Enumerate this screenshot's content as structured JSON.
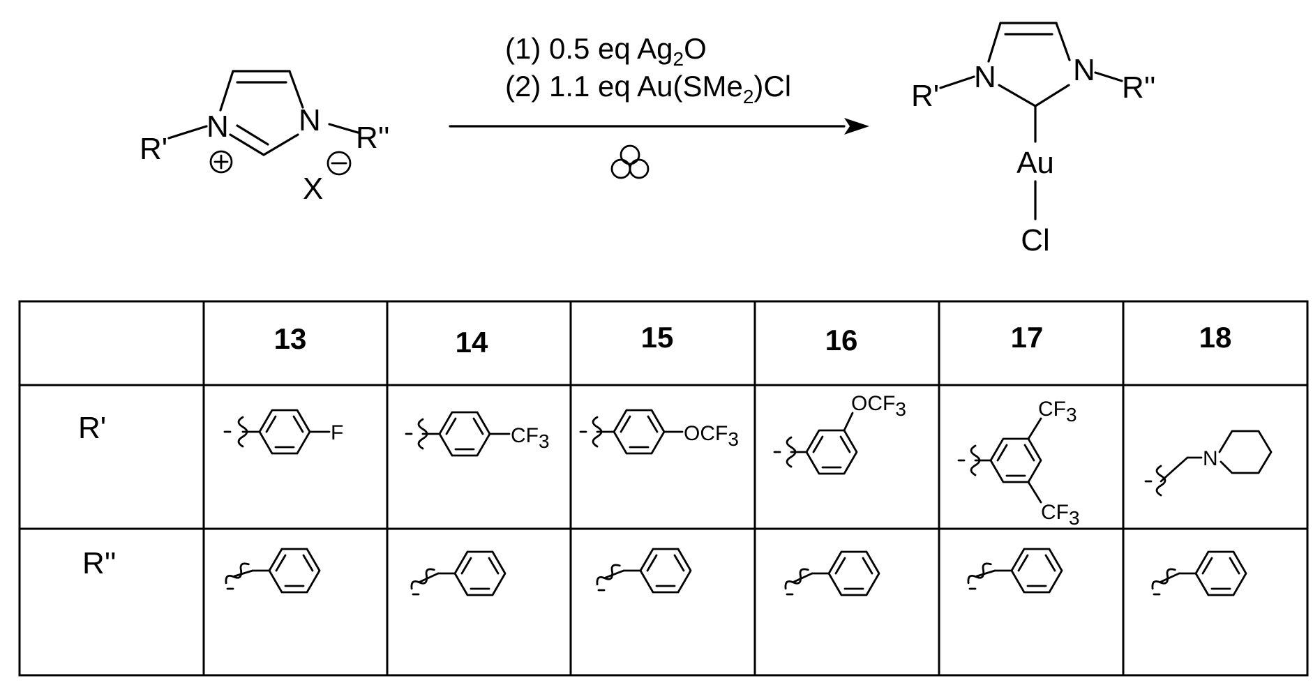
{
  "reaction": {
    "reactant": {
      "r1": "R'",
      "n_left": "N",
      "n_right": "N",
      "r2": "R''",
      "counterion": "X",
      "plus_charge": "+",
      "minus_charge": "−"
    },
    "conditions": {
      "step1_prefix": "(1) 0.5 eq Ag",
      "step1_sub": "2",
      "step1_suffix": "O",
      "step2_prefix": "(2) 1.1 eq Au(SMe",
      "step2_sub": "2",
      "step2_suffix": ")Cl",
      "symbol_icon": "ultrasound-icon"
    },
    "product": {
      "r1": "R'",
      "n_left": "N",
      "n_right": "N",
      "r2": "R''",
      "metal": "Au",
      "ligand": "Cl"
    }
  },
  "table": {
    "columns": [
      "13",
      "14",
      "15",
      "16",
      "17",
      "18"
    ],
    "row_labels": [
      "R'",
      "R''"
    ],
    "r1_substituents": [
      {
        "label": "F"
      },
      {
        "label": "CF",
        "sub": "3"
      },
      {
        "label": "OCF",
        "sub": "3"
      },
      {
        "label": "OCF",
        "sub": "3"
      },
      {
        "label": "CF",
        "sub": "3",
        "label2": "CF",
        "sub2": "3"
      },
      {
        "label": "N"
      }
    ]
  }
}
